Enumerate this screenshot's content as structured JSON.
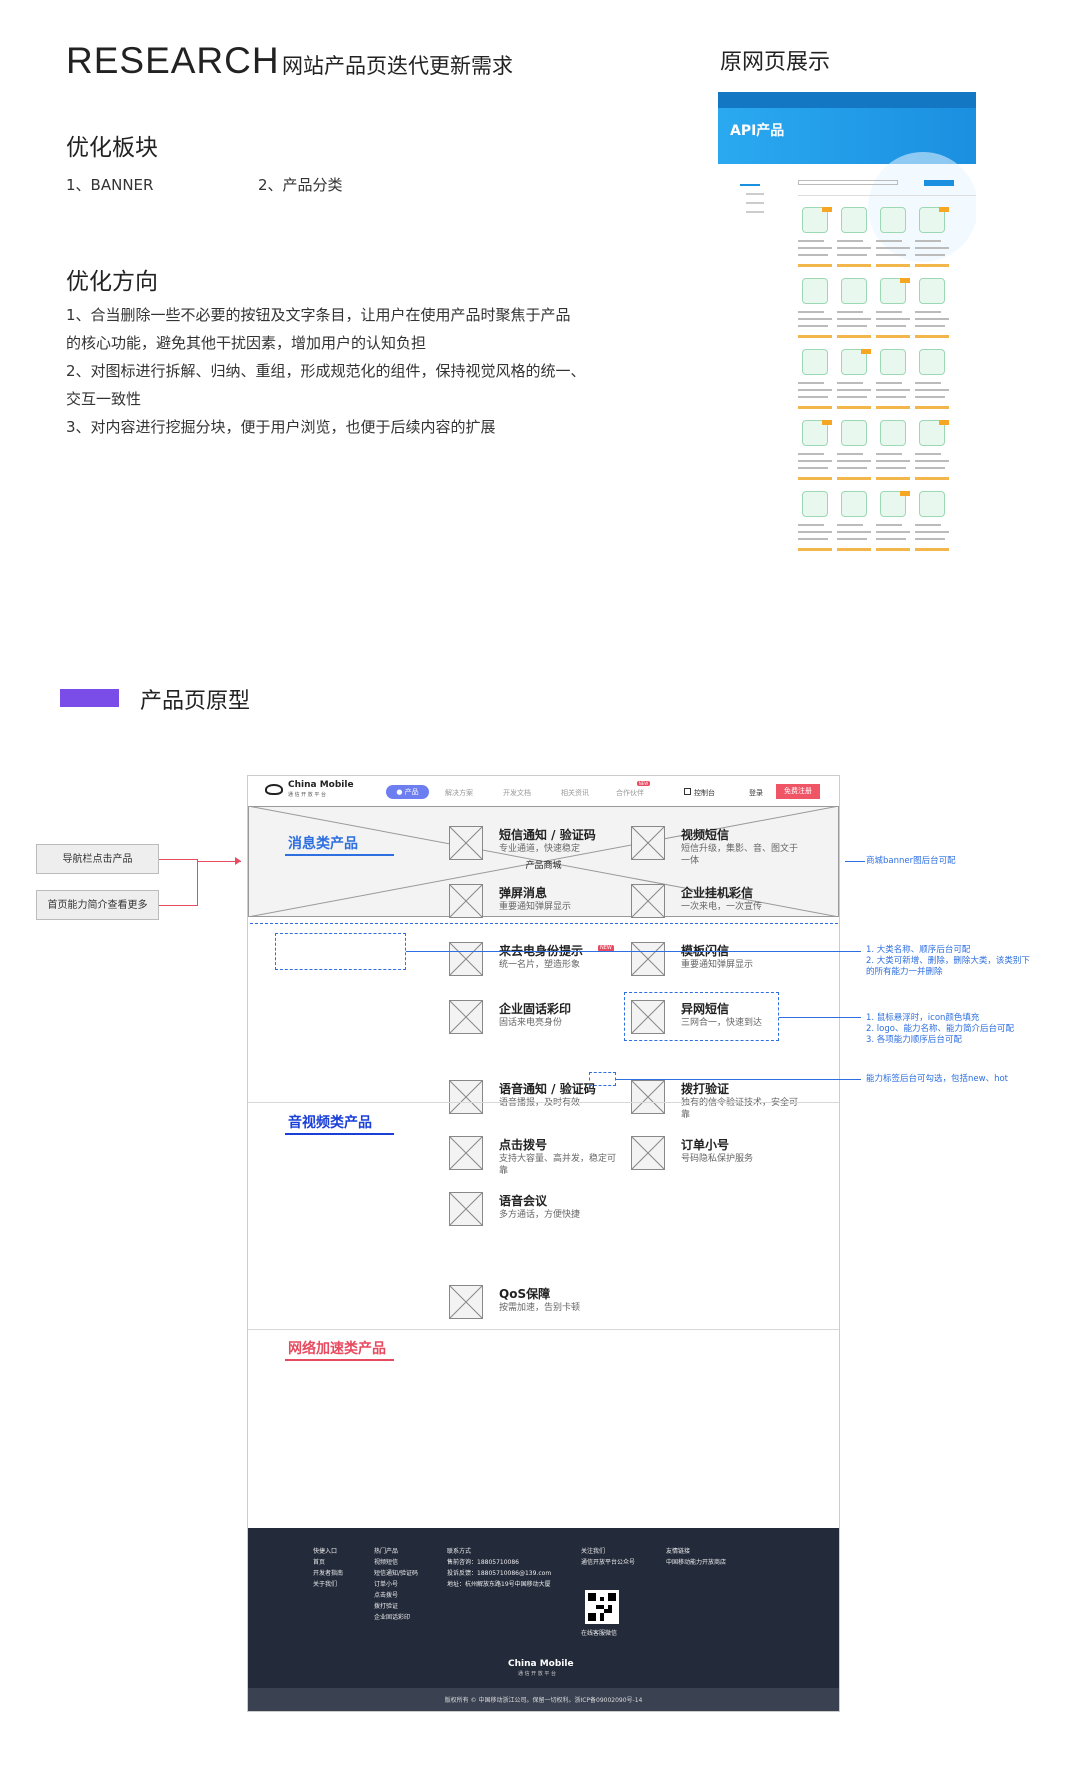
{
  "research": {
    "title": "RESEARCH",
    "subtitle": "网站产品页迭代更新需求",
    "orig_title": "原网页展示"
  },
  "blocks": {
    "title": "优化板块",
    "items": [
      "1、BANNER",
      "2、产品分类"
    ]
  },
  "direction": {
    "title": "优化方向",
    "lines": [
      "1、合当删除一些不必要的按钮及文字条目，让用户在使用产品时聚焦于产品",
      "的核心功能，避免其他干扰因素，增加用户的认知负担",
      "2、对图标进行拆解、归纳、重组，形成规范化的组件，保持视觉风格的统一、",
      "交互一致性",
      "3、对内容进行挖掘分块，便于用户浏览，也便于后续内容的扩展"
    ]
  },
  "thumb": {
    "banner_title": "API产品"
  },
  "prototype": {
    "title": "产品页原型",
    "nav": {
      "logo": "China Mobile",
      "logo_sub": "通 信 开 放 平 台",
      "active": "● 产品",
      "items": [
        "解决方案",
        "开发文档",
        "相关资讯",
        "合作伙伴"
      ],
      "new_badge": "NEW",
      "console": "控制台",
      "login": "登录",
      "register": "免费注册"
    },
    "banner_text": "产品商城",
    "categories": [
      {
        "title": "消息类产品",
        "color": "#2d6fe0",
        "products": [
          {
            "name": "短信通知 / 验证码",
            "desc": "专业通道，快速稳定"
          },
          {
            "name": "视频短信",
            "desc": "短信升级，集影、音、图文于一体"
          },
          {
            "name": "弹屏消息",
            "desc": "重要通知弹屏显示"
          },
          {
            "name": "企业挂机彩信",
            "desc": "一次来电，一次宣传"
          },
          {
            "name": "来去电身份提示",
            "desc": "统一名片，塑造形象",
            "badge": "NEW"
          },
          {
            "name": "模板闪信",
            "desc": "重要通知弹屏显示"
          },
          {
            "name": "企业固话彩印",
            "desc": "固话来电亮身份"
          },
          {
            "name": "异网短信",
            "desc": "三网合一，快速到达"
          }
        ]
      },
      {
        "title": "音视频类产品",
        "color": "#1a3fd8",
        "products": [
          {
            "name": "语音通知 / 验证码",
            "desc": "语音播报，及时有效"
          },
          {
            "name": "拨打验证",
            "desc": "独有的信令验证技术，安全可靠"
          },
          {
            "name": "点击拨号",
            "desc": "支持大容量、高并发，稳定可靠"
          },
          {
            "name": "订单小号",
            "desc": "号码隐私保护服务"
          },
          {
            "name": "语音会议",
            "desc": "多方通话，方便快捷"
          }
        ]
      },
      {
        "title": "网络加速类产品",
        "color": "#e84a5f",
        "products": [
          {
            "name": "QoS保障",
            "desc": "按需加速，告别卡顿"
          }
        ]
      }
    ],
    "footer": {
      "quick": {
        "title": "快捷入口",
        "items": [
          "首页",
          "开发者指南",
          "关于我们"
        ]
      },
      "hot": {
        "title": "热门产品",
        "items": [
          "视频短信",
          "短信通知/验证码",
          "订单小号",
          "点击拨号",
          "拨打验证",
          "企业固话彩印"
        ]
      },
      "contact": {
        "title": "联系方式",
        "items": [
          "售前咨询：18805710086",
          "投诉反馈：18805710086@139.com",
          "地址：杭州解放东路19号中国移动大厦"
        ]
      },
      "follow": {
        "title": "关注我们",
        "items": [
          "通信开放平台公众号",
          "在线客服微信"
        ]
      },
      "links": {
        "title": "友情链接",
        "items": [
          "中国移动能力开放商店"
        ]
      },
      "logo": "China Mobile",
      "logo_sub": "通 信 开 放 平 台",
      "copyright": "版权所有 © 中国移动浙江公司。保留一切权利。浙ICP备09002090号-14"
    }
  },
  "annotations": {
    "nav_click": "导航栏点击产品",
    "home_intro": "首页能力简介查看更多",
    "banner": "商城banner图后台可配",
    "category": [
      "1. 大类名称、顺序后台可配",
      "2. 大类可新增、删除，删除大类，该类别下",
      "的所有能力一并删除"
    ],
    "hover": [
      "1. 鼠标悬浮时，icon颜色填充",
      "2. logo、能力名称、能力简介后台可配",
      "3. 各项能力顺序后台可配"
    ],
    "tag": "能力标签后台可勾选，包括new、hot"
  }
}
